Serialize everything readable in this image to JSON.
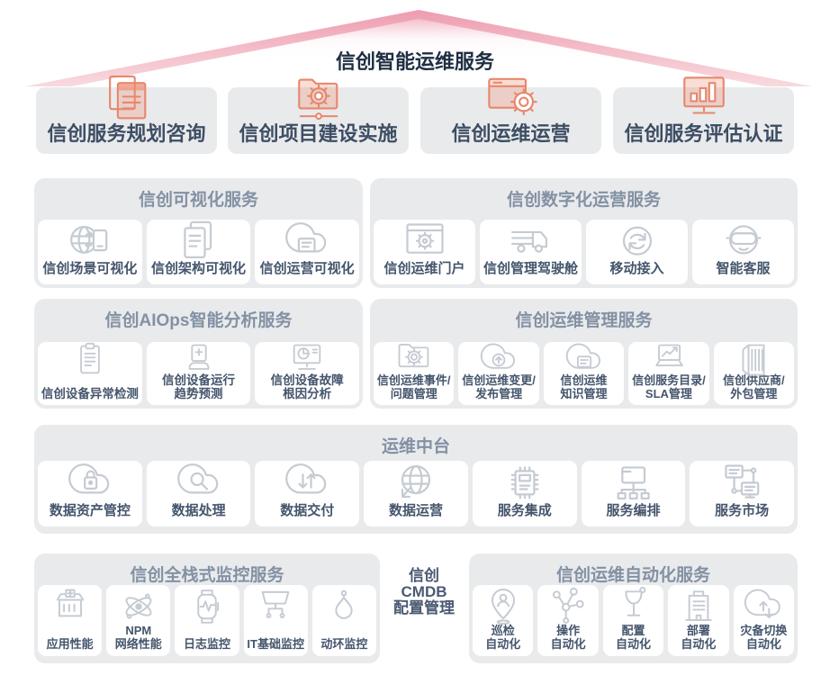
{
  "title": "信创智能运维服务",
  "top_services": [
    {
      "label": "信创服务规划咨询",
      "icon": "documents"
    },
    {
      "label": "信创项目建设实施",
      "icon": "folder-gear"
    },
    {
      "label": "信创运维运营",
      "icon": "window-gear"
    },
    {
      "label": "信创服务评估认证",
      "icon": "monitor-chart"
    }
  ],
  "sections": [
    {
      "title": "信创可视化服务",
      "cards": [
        {
          "label": "信创场景可视化",
          "icon": "globe-device"
        },
        {
          "label": "信创架构可视化",
          "icon": "doc-stack"
        },
        {
          "label": "信创运营可视化",
          "icon": "cloud-doc"
        }
      ]
    },
    {
      "title": "信创数字化运营服务",
      "cards": [
        {
          "label": "信创运维门户",
          "icon": "portal-gear"
        },
        {
          "label": "信创管理驾驶舱",
          "icon": "truck"
        },
        {
          "label": "移动接入",
          "icon": "sync-arrows"
        },
        {
          "label": "智能客服",
          "icon": "robot"
        }
      ]
    },
    {
      "title": "信创AIOps智能分析服务",
      "cards": [
        {
          "label": "信创设备异常检测",
          "icon": "clipboard-list"
        },
        {
          "label": "信创设备运行\n趋势预测",
          "icon": "device-plus"
        },
        {
          "label": "信创设备故障\n根因分析",
          "icon": "monitor-pie"
        }
      ]
    },
    {
      "title": "信创运维管理服务",
      "cards": [
        {
          "label": "信创运维事件/\n问题管理",
          "icon": "folder-gear-sm"
        },
        {
          "label": "信创运维变更/\n发布管理",
          "icon": "cloud-upload"
        },
        {
          "label": "信创运维\n知识管理",
          "icon": "cloud-note"
        },
        {
          "label": "信创服务目录/\nSLA管理",
          "icon": "laptop-trend"
        },
        {
          "label": "信创供应商/\n外包管理",
          "icon": "container"
        }
      ]
    },
    {
      "title": "运维中台",
      "cards": [
        {
          "label": "数据资产管控",
          "icon": "cloud-lock"
        },
        {
          "label": "数据处理",
          "icon": "cloud-search"
        },
        {
          "label": "数据交付",
          "icon": "cloud-transfer"
        },
        {
          "label": "数据运营",
          "icon": "globe-data"
        },
        {
          "label": "服务集成",
          "icon": "chip"
        },
        {
          "label": "服务编排",
          "icon": "folder-nodes"
        },
        {
          "label": "服务市场",
          "icon": "screens-network"
        }
      ]
    },
    {
      "title": "信创全栈式监控服务",
      "cards": [
        {
          "label": "应用性能",
          "icon": "app-store"
        },
        {
          "label": "NPM\n网络性能",
          "icon": "atom"
        },
        {
          "label": "日志监控",
          "icon": "watch-wave"
        },
        {
          "label": "IT基础监控",
          "icon": "monitor-circuit"
        },
        {
          "label": "动环监控",
          "icon": "balloon"
        }
      ]
    },
    {
      "title": "信创运维自动化服务",
      "cards": [
        {
          "label": "巡检\n自动化",
          "icon": "pin-person"
        },
        {
          "label": "操作\n自动化",
          "icon": "node-tree"
        },
        {
          "label": "配置\n自动化",
          "icon": "glass"
        },
        {
          "label": "部署\n自动化",
          "icon": "building"
        },
        {
          "label": "灾备切换\n自动化",
          "icon": "cloud-swap"
        }
      ]
    }
  ],
  "cmdb_label": "信创\nCMDB\n配置管理",
  "colors": {
    "accent_orange": "#e8876c",
    "icon_gray": "#c5cbd2",
    "title_navy": "#1f2e42",
    "section_title_slate": "#8391a4",
    "card_text_navy": "#44556d",
    "panel_gray": "#e9eaec",
    "roof_pink": "#ea8ba0"
  }
}
